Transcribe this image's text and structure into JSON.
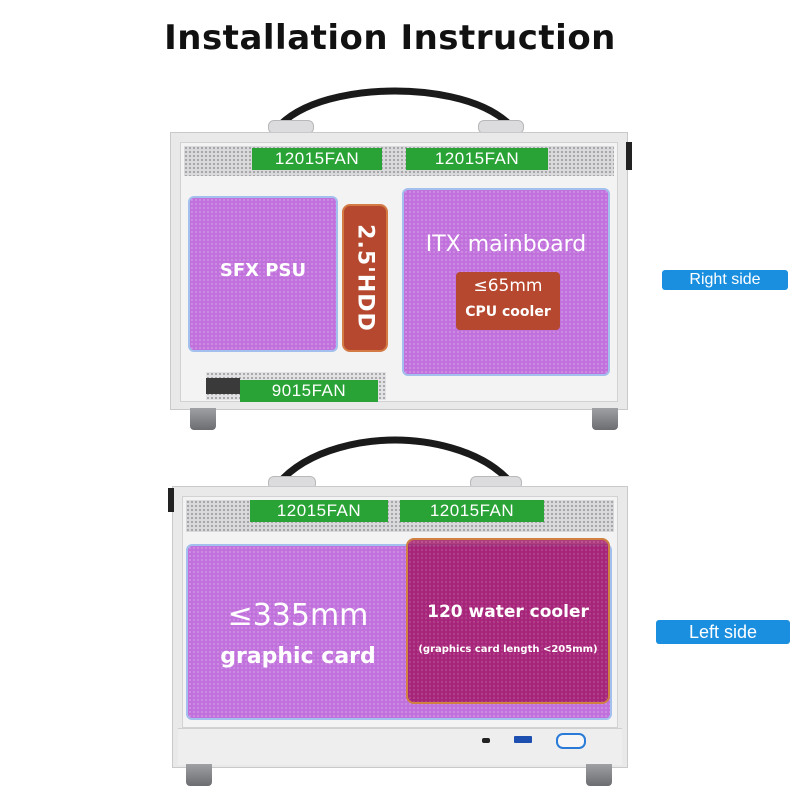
{
  "title": "Installation Instruction",
  "right_view": {
    "side_label": "Right side",
    "fan_top_left": "12015FAN",
    "fan_top_right": "12015FAN",
    "fan_bottom": "9015FAN",
    "psu": "SFX PSU",
    "hdd": "2.5'HDD",
    "mainboard": "ITX mainboard",
    "cooler_height": "≤65mm",
    "cooler_label": "CPU cooler"
  },
  "left_view": {
    "side_label": "Left side",
    "fan_top_left": "12015FAN",
    "fan_top_right": "12015FAN",
    "gpu_length": "≤335mm",
    "gpu_label": "graphic card",
    "water_cooler": "120 water cooler",
    "water_note": "(graphics card length <205mm)"
  },
  "colors": {
    "fan_green": "#29a336",
    "zone_purple": "#b654d6",
    "hdd_rust": "#b5482e",
    "water_magenta": "#a01464",
    "label_blue": "#1a8fe0"
  }
}
